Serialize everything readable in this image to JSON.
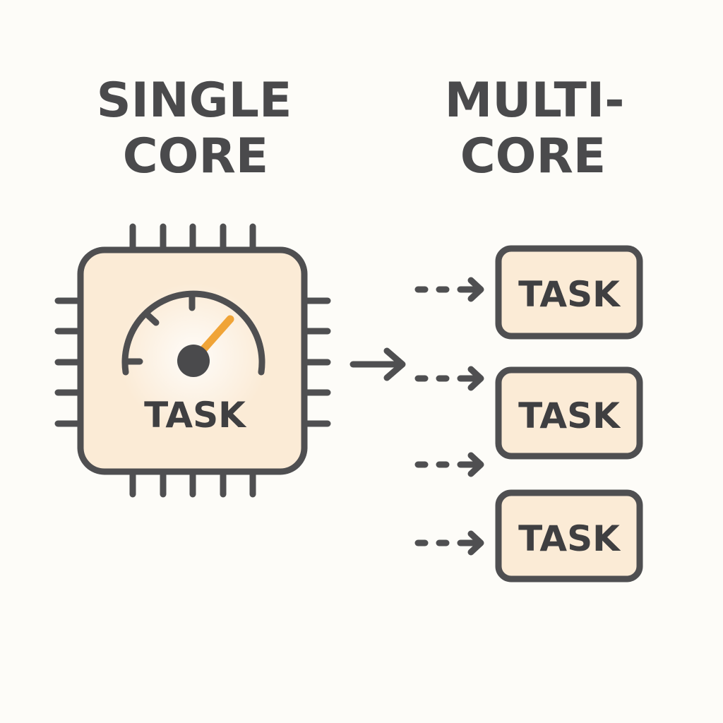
{
  "headings": {
    "single_core": [
      "SINGLE",
      "CORE"
    ],
    "multi_core": [
      "MULTI-",
      "CORE"
    ]
  },
  "single_core_chip": {
    "task_label": "TASK",
    "icon": "speedometer-gauge-icon"
  },
  "multi_core_tasks": [
    {
      "label": "TASK"
    },
    {
      "label": "TASK"
    },
    {
      "label": "TASK"
    }
  ],
  "colors": {
    "outline": "#4f4f51",
    "chip_fill": "#fbebd6",
    "task_fill": "#fbebd6",
    "needle": "#f0a437",
    "background": "#fdfcf8"
  }
}
